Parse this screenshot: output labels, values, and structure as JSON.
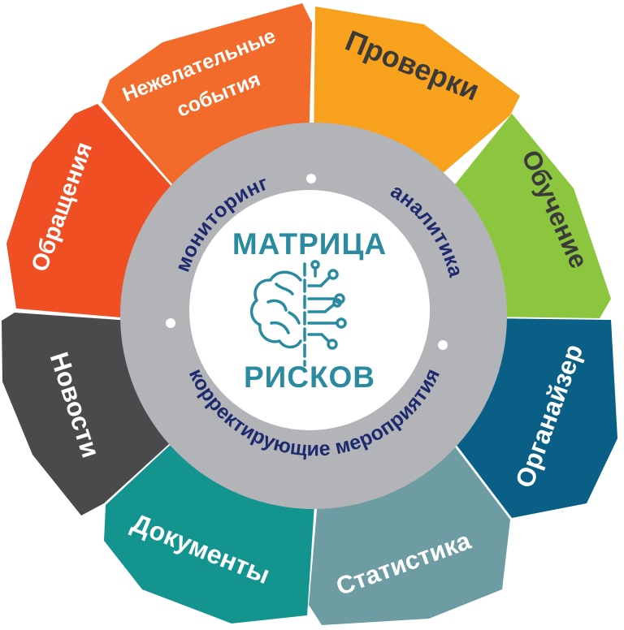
{
  "center": {
    "title_line1": "МАТРИЦА",
    "title_line2": "РИСКОВ",
    "icon": "brain-circuit-icon",
    "color": "#2a8ba0"
  },
  "ring": {
    "color": "#b2b4b8",
    "labels": {
      "monitoring": "мониторинг",
      "analytics": "аналитика",
      "corrective": "корректирующие мероприятия"
    }
  },
  "segments": [
    {
      "label": "Проверки",
      "color": "#f7a11c",
      "text_color": "#3a3a3a"
    },
    {
      "label": "Обучение",
      "color": "#8cc63f",
      "text_color": "#3a3a3a"
    },
    {
      "label": "Органайзер",
      "color": "#0a5f86",
      "text_color": "#ffffff"
    },
    {
      "label": "Статистика",
      "color": "#6e9ca3",
      "text_color": "#ffffff"
    },
    {
      "label": "Документы",
      "color": "#13948f",
      "text_color": "#ffffff"
    },
    {
      "label": "Новости",
      "color": "#4a4a4c",
      "text_color": "#ffffff"
    },
    {
      "label": "Обращения",
      "color": "#f04e23",
      "text_color": "#ffffff"
    },
    {
      "label_line1": "Нежелательные",
      "label_line2": "события",
      "color": "#f26b2b",
      "text_color": "#ffffff"
    }
  ]
}
